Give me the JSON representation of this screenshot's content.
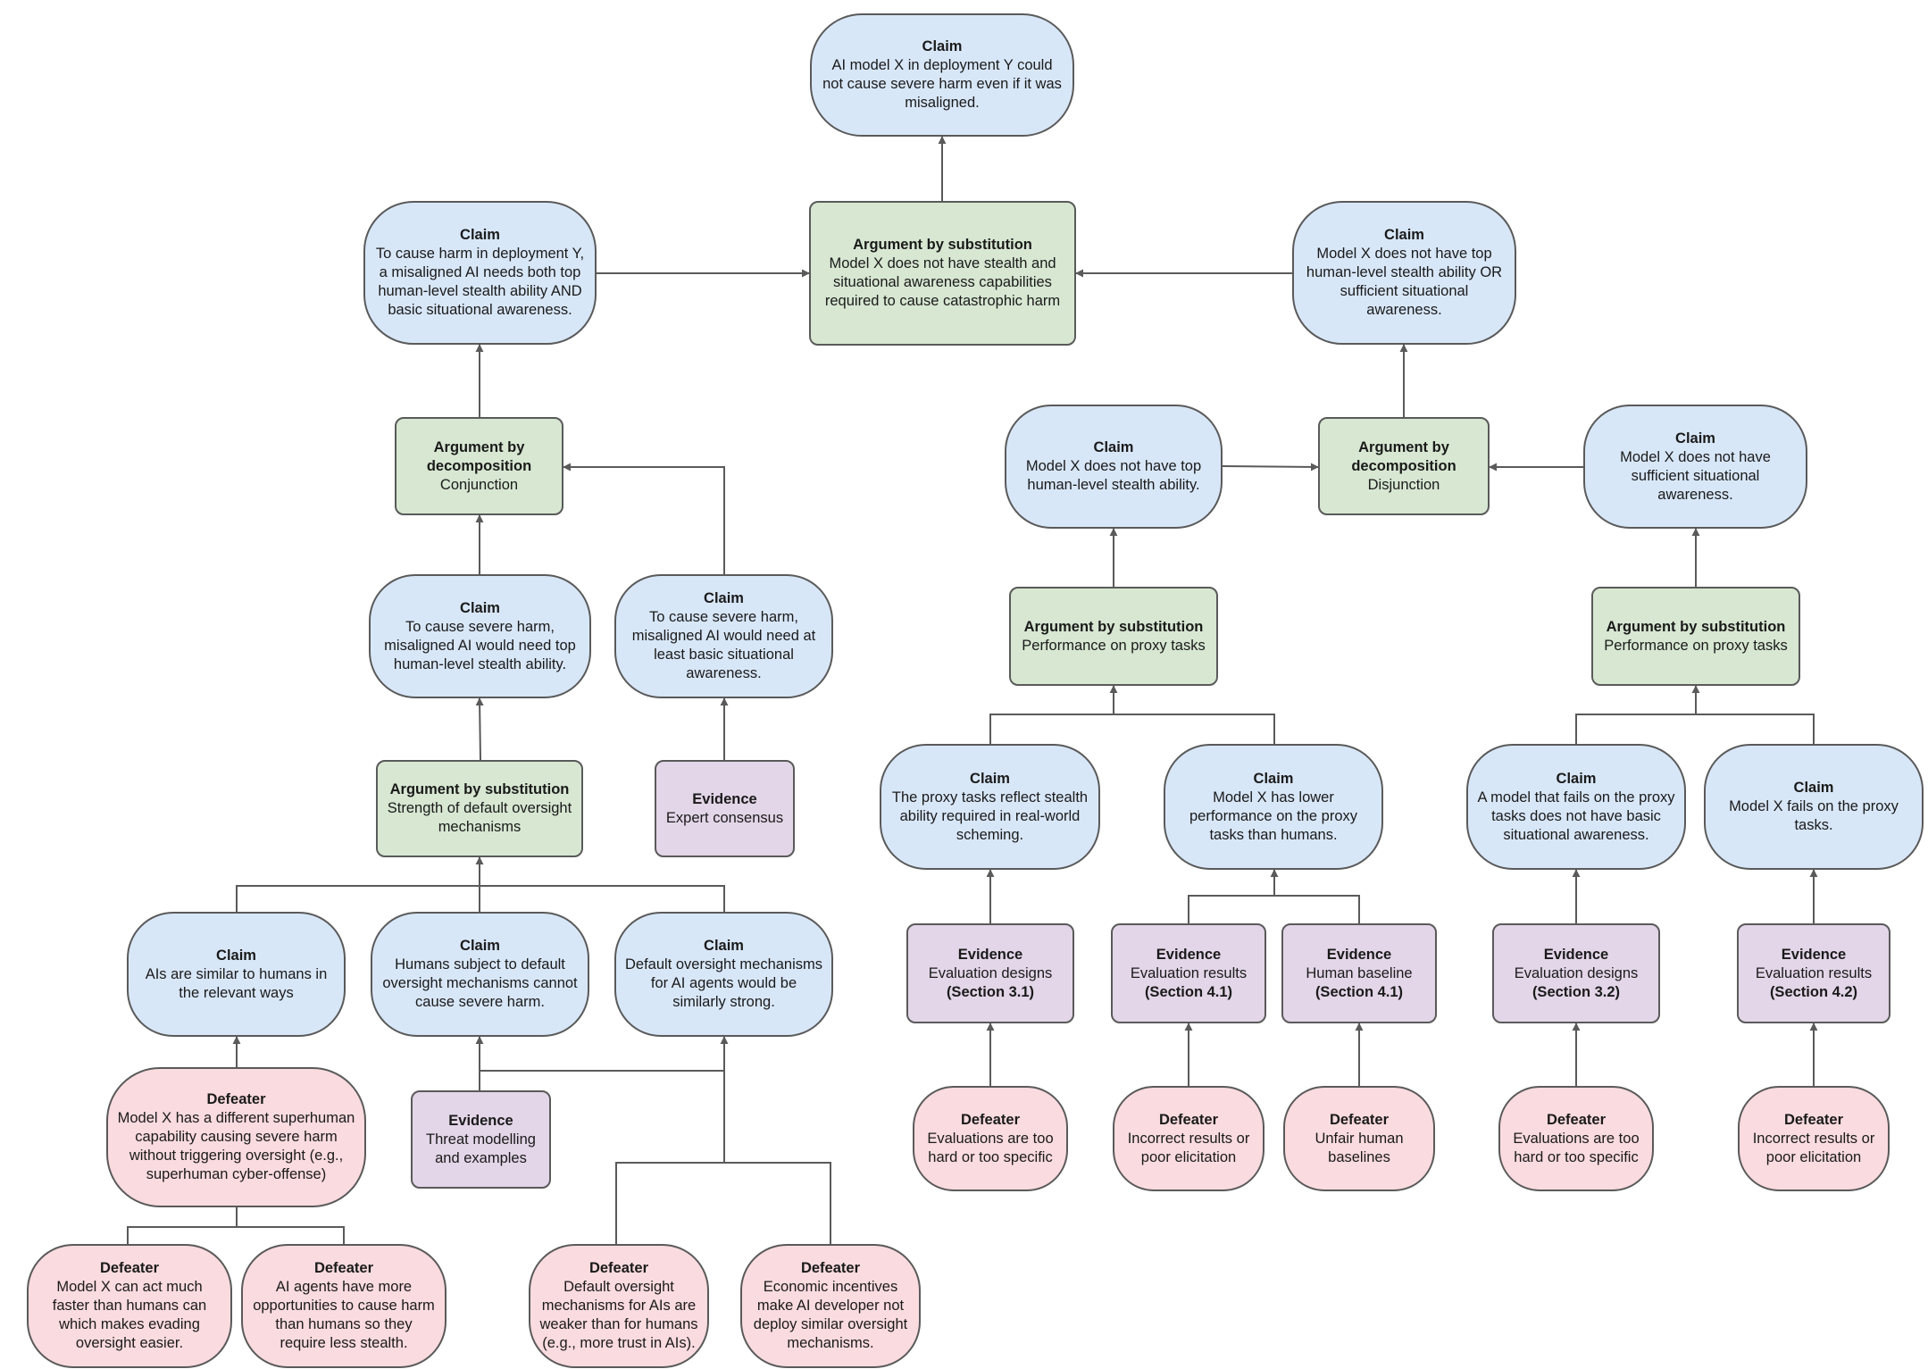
{
  "labels": {
    "claim": "Claim",
    "argument": "Argument by substitution",
    "argument_decomp": "Argument by decomposition",
    "evidence": "Evidence",
    "defeater": "Defeater"
  },
  "nodes": {
    "top_claim": {
      "title": "Claim",
      "text": "AI model X in deployment Y could not cause severe harm even if it was misaligned."
    },
    "arg_subst_main": {
      "title": "Argument by substitution",
      "text": "Model X does not have stealth and situational awareness capabilities required to cause catastrophic harm"
    },
    "claim_harm_requires": {
      "title": "Claim",
      "text": "To cause harm in deployment Y, a misaligned AI needs both top human-level stealth ability AND basic situational awareness."
    },
    "claim_x_lacks": {
      "title": "Claim",
      "text": "Model X does not have top human-level stealth ability OR sufficient situational awareness."
    },
    "arg_conj": {
      "title": "Argument by decomposition",
      "text": "Conjunction"
    },
    "arg_disj": {
      "title": "Argument by decomposition",
      "text": "Disjunction"
    },
    "claim_need_stealth": {
      "title": "Claim",
      "text": "To cause severe harm, misaligned AI would need top human-level stealth ability."
    },
    "claim_need_sa": {
      "title": "Claim",
      "text": "To cause severe harm, misaligned AI would need at least basic situational awareness."
    },
    "arg_strength": {
      "title": "Argument by substitution",
      "text": "Strength of default oversight mechanisms"
    },
    "ev_expert": {
      "title": "Evidence",
      "text": "Expert consensus"
    },
    "claim_ai_similar": {
      "title": "Claim",
      "text": "AIs are similar to humans in the relevant ways"
    },
    "claim_humans_subject": {
      "title": "Claim",
      "text": "Humans subject to default oversight mechanisms cannot cause severe harm."
    },
    "claim_default_strong": {
      "title": "Claim",
      "text": "Default oversight mechanisms for AI agents would be similarly strong."
    },
    "def_superhuman": {
      "title": "Defeater",
      "text": "Model X has a different superhuman capability causing severe harm without triggering oversight (e.g., superhuman cyber-offense)"
    },
    "ev_threat": {
      "title": "Evidence",
      "text": "Threat modelling and examples"
    },
    "def_faster": {
      "title": "Defeater",
      "text": "Model X can act much faster than humans can which makes evading oversight easier."
    },
    "def_opportunities": {
      "title": "Defeater",
      "text": "AI agents have more opportunities to cause harm than humans so they require less stealth."
    },
    "def_weaker": {
      "title": "Defeater",
      "text": "Default oversight mechanisms for AIs are weaker than for humans (e.g., more trust in AIs)."
    },
    "def_incentives": {
      "title": "Defeater",
      "text": "Economic incentives make AI developer not deploy similar oversight mechanisms."
    },
    "claim_no_stealth": {
      "title": "Claim",
      "text": "Model X does not have top human-level stealth ability."
    },
    "claim_no_sa": {
      "title": "Claim",
      "text": "Model X does not have sufficient situational awareness."
    },
    "arg_proxy_stealth": {
      "title": "Argument by substitution",
      "text": "Performance on proxy tasks"
    },
    "arg_proxy_sa": {
      "title": "Argument by substitution",
      "text": "Performance on proxy tasks"
    },
    "claim_proxy_reflect": {
      "title": "Claim",
      "text": "The proxy tasks reflect stealth ability required in real-world scheming."
    },
    "claim_lower_perf": {
      "title": "Claim",
      "text": "Model X has lower performance on the proxy tasks than humans."
    },
    "claim_fail_no_sa": {
      "title": "Claim",
      "text": "A model that fails on the proxy tasks does not have basic situational awareness."
    },
    "claim_x_fails": {
      "title": "Claim",
      "text": "Model X fails on the proxy tasks."
    },
    "ev_designs_31": {
      "title": "Evidence",
      "text": "Evaluation designs",
      "ref": "(Section 3.1)"
    },
    "ev_results_41": {
      "title": "Evidence",
      "text": "Evaluation results",
      "ref": "(Section 4.1)"
    },
    "ev_baseline_41": {
      "title": "Evidence",
      "text": "Human baseline",
      "ref": "(Section 4.1)"
    },
    "ev_designs_32": {
      "title": "Evidence",
      "text": "Evaluation designs",
      "ref": "(Section 3.2)"
    },
    "ev_results_42": {
      "title": "Evidence",
      "text": "Evaluation results",
      "ref": "(Section 4.2)"
    },
    "def_too_hard_1": {
      "title": "Defeater",
      "text": "Evaluations are too hard or too specific"
    },
    "def_incorrect_1": {
      "title": "Defeater",
      "text": "Incorrect results or poor elicitation"
    },
    "def_unfair": {
      "title": "Defeater",
      "text": "Unfair human baselines"
    },
    "def_too_hard_2": {
      "title": "Defeater",
      "text": "Evaluations are too hard or too specific"
    },
    "def_incorrect_2": {
      "title": "Defeater",
      "text": "Incorrect results or poor elicitation"
    }
  },
  "colors": {
    "claim": "#d8e7f8",
    "argument": "#d7e7d2",
    "evidence": "#e3d6e8",
    "defeater": "#fadbdf",
    "border": "#5a5a5a"
  }
}
